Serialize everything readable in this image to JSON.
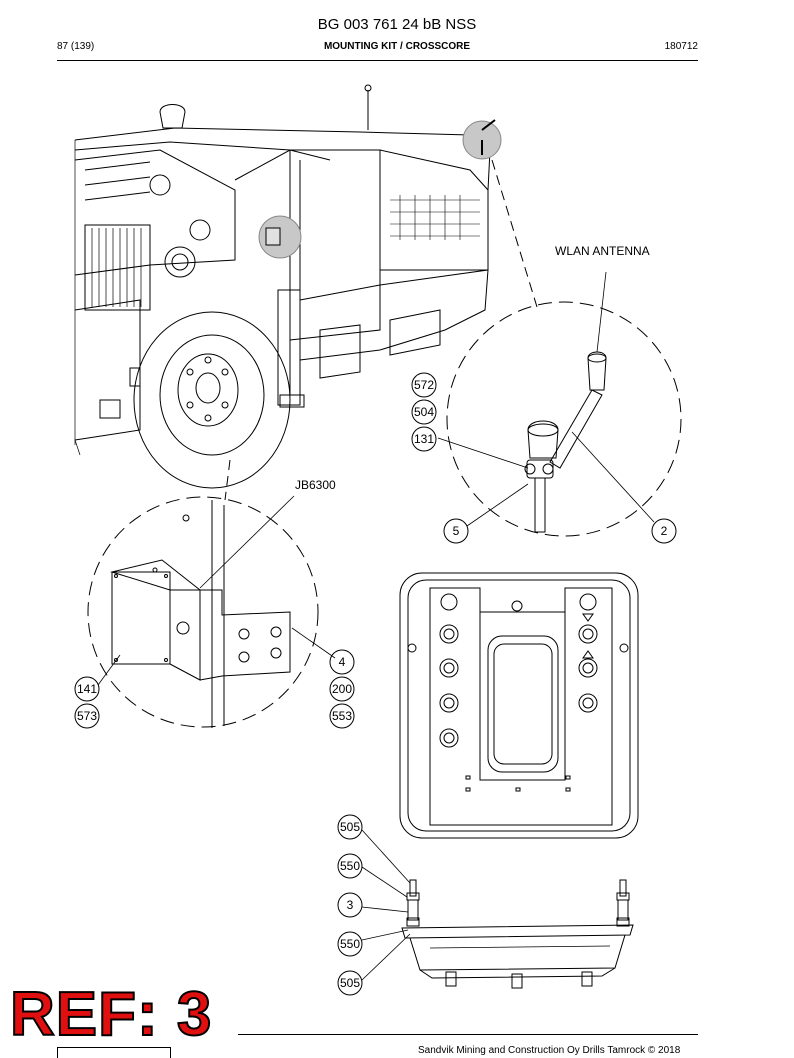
{
  "header": {
    "document_title": "BG 003 761 24 bB NSS",
    "page_indicator": "87 (139)",
    "section_title": "MOUNTING KIT / CROSSCORE",
    "revision_code": "180712"
  },
  "labels": {
    "wlan_antenna": "WLAN ANTENNA",
    "junction_box": "JB6300"
  },
  "bubbles": {
    "b572": "572",
    "b504": "504",
    "b131": "131",
    "b5": "5",
    "b2": "2",
    "b4": "4",
    "b200": "200",
    "b553": "553",
    "b141": "141",
    "b573": "573",
    "b505a": "505",
    "b550a": "550",
    "b3": "3",
    "b550b": "550",
    "b505b": "505"
  },
  "stamp": {
    "text": "REF: 3",
    "color": "#e01010"
  },
  "footer": {
    "copyright": "Sandvik Mining and Construction Oy Drills Tamrock © 2018"
  }
}
